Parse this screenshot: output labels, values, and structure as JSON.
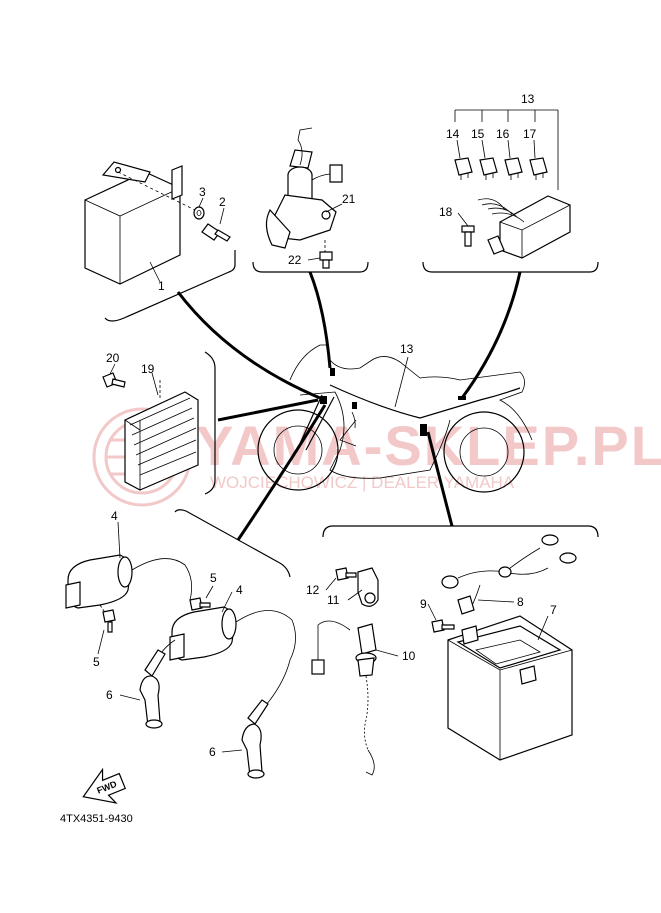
{
  "diagram_code": "4TX4351-9430",
  "watermark": {
    "main": "YAMA-SKLEP.PL",
    "sub": "WOJCIECHOWICZ | DEALER YAMAHA"
  },
  "fwd_label": "FWD",
  "labels": {
    "p1": "1",
    "p2": "2",
    "p3": "3",
    "p4a": "4",
    "p4b": "4",
    "p5a": "5",
    "p5b": "5",
    "p6a": "6",
    "p6b": "6",
    "p7": "7",
    "p8": "8",
    "p9": "9",
    "p10": "10",
    "p11": "11",
    "p12": "12",
    "p13a": "13",
    "p13b": "13",
    "p14": "14",
    "p15": "15",
    "p16": "16",
    "p17": "17",
    "p18": "18",
    "p19": "19",
    "p20": "20",
    "p21": "21",
    "p22": "22"
  },
  "parts": [
    {
      "num": "1",
      "icon": "cdi-unit-icon"
    },
    {
      "num": "2",
      "icon": "bolt-icon"
    },
    {
      "num": "3",
      "icon": "washer-icon"
    },
    {
      "num": "4",
      "icon": "ignition-coil-icon"
    },
    {
      "num": "5",
      "icon": "bolt-icon"
    },
    {
      "num": "6",
      "icon": "spark-plug-cap-icon"
    },
    {
      "num": "7",
      "icon": "battery-icon"
    },
    {
      "num": "8",
      "icon": "battery-cable-icon"
    },
    {
      "num": "9",
      "icon": "bolt-icon"
    },
    {
      "num": "10",
      "icon": "switch-icon"
    },
    {
      "num": "11",
      "icon": "bracket-icon"
    },
    {
      "num": "12",
      "icon": "screw-icon"
    },
    {
      "num": "13",
      "icon": "wire-harness-icon"
    },
    {
      "num": "14",
      "icon": "fuse-icon"
    },
    {
      "num": "15",
      "icon": "fuse-icon"
    },
    {
      "num": "16",
      "icon": "fuse-icon"
    },
    {
      "num": "17",
      "icon": "fuse-icon"
    },
    {
      "num": "18",
      "icon": "screw-icon"
    },
    {
      "num": "19",
      "icon": "rectifier-regulator-icon"
    },
    {
      "num": "20",
      "icon": "bolt-icon"
    },
    {
      "num": "21",
      "icon": "main-switch-icon"
    },
    {
      "num": "22",
      "icon": "bolt-icon"
    }
  ],
  "colors": {
    "line": "#000000",
    "watermark": "#f2c8c8",
    "background": "#ffffff"
  }
}
